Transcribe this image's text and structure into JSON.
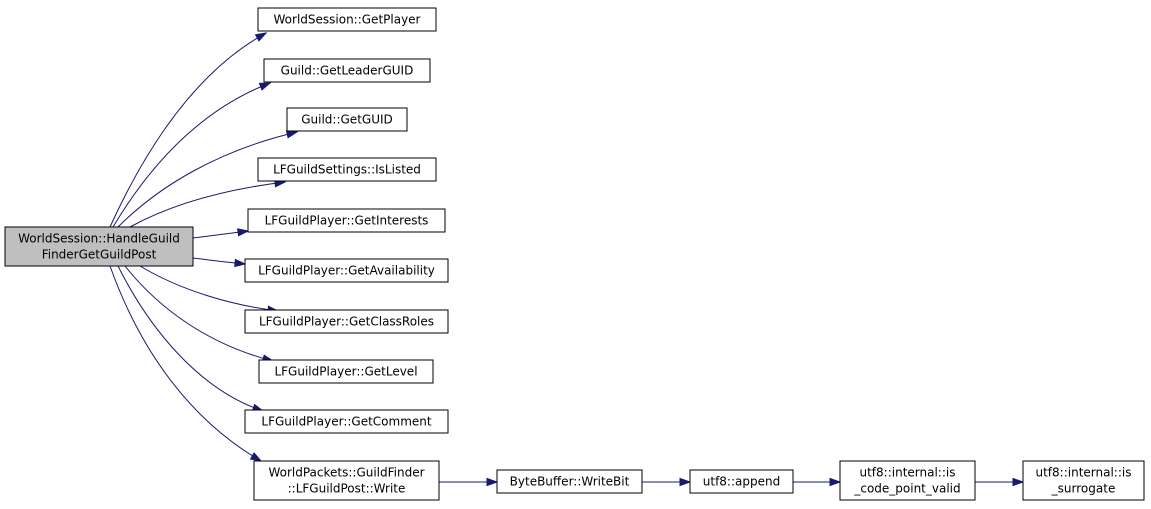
{
  "graph": {
    "edge_color": "#191970",
    "root_fill": "#bfbfbf",
    "nodes": [
      {
        "id": "root",
        "lines": [
          "WorldSession::HandleGuild",
          "FinderGetGuildPost"
        ],
        "highlight": true
      },
      {
        "id": "getplayer",
        "lines": [
          "WorldSession::GetPlayer"
        ]
      },
      {
        "id": "getleaderguid",
        "lines": [
          "Guild::GetLeaderGUID"
        ]
      },
      {
        "id": "getguid",
        "lines": [
          "Guild::GetGUID"
        ]
      },
      {
        "id": "islisted",
        "lines": [
          "LFGuildSettings::IsListed"
        ]
      },
      {
        "id": "getinterests",
        "lines": [
          "LFGuildPlayer::GetInterests"
        ]
      },
      {
        "id": "getavailability",
        "lines": [
          "LFGuildPlayer::GetAvailability"
        ]
      },
      {
        "id": "getclassroles",
        "lines": [
          "LFGuildPlayer::GetClassRoles"
        ]
      },
      {
        "id": "getlevel",
        "lines": [
          "LFGuildPlayer::GetLevel"
        ]
      },
      {
        "id": "getcomment",
        "lines": [
          "LFGuildPlayer::GetComment"
        ]
      },
      {
        "id": "lfguildpostwrite",
        "lines": [
          "WorldPackets::GuildFinder",
          "::LFGuildPost::Write"
        ]
      },
      {
        "id": "writebit",
        "lines": [
          "ByteBuffer::WriteBit"
        ]
      },
      {
        "id": "append",
        "lines": [
          "utf8::append"
        ]
      },
      {
        "id": "iscodepointvalid",
        "lines": [
          "utf8::internal::is",
          "_code_point_valid"
        ]
      },
      {
        "id": "issurrogate",
        "lines": [
          "utf8::internal::is",
          "_surrogate"
        ]
      }
    ],
    "edges": [
      {
        "from": "root",
        "to": "getplayer"
      },
      {
        "from": "root",
        "to": "getleaderguid"
      },
      {
        "from": "root",
        "to": "getguid"
      },
      {
        "from": "root",
        "to": "islisted"
      },
      {
        "from": "root",
        "to": "getinterests"
      },
      {
        "from": "root",
        "to": "getavailability"
      },
      {
        "from": "root",
        "to": "getclassroles"
      },
      {
        "from": "root",
        "to": "getlevel"
      },
      {
        "from": "root",
        "to": "getcomment"
      },
      {
        "from": "root",
        "to": "lfguildpostwrite"
      },
      {
        "from": "lfguildpostwrite",
        "to": "writebit"
      },
      {
        "from": "writebit",
        "to": "append"
      },
      {
        "from": "append",
        "to": "iscodepointvalid"
      },
      {
        "from": "iscodepointvalid",
        "to": "issurrogate"
      }
    ]
  }
}
